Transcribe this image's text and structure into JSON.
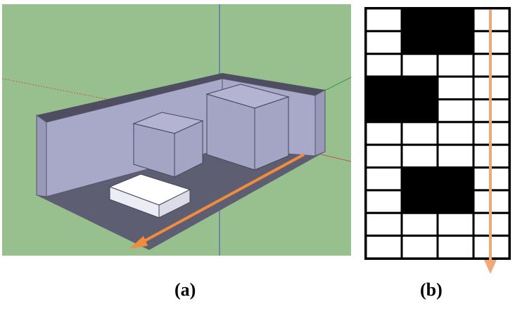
{
  "panels": [
    {
      "id": "a",
      "caption": "(a)",
      "description_colors": {
        "background": "#98c08e",
        "walls": "#a8a8c8",
        "floor": "#5b5b6f",
        "arrow": "#f08c3c"
      }
    },
    {
      "id": "b",
      "caption": "(b)"
    }
  ],
  "grid": {
    "rows": 11,
    "cols": 4,
    "cells": [
      [
        0,
        1,
        1,
        0
      ],
      [
        0,
        1,
        1,
        0
      ],
      [
        0,
        0,
        0,
        0
      ],
      [
        1,
        1,
        0,
        0
      ],
      [
        1,
        1,
        0,
        0
      ],
      [
        0,
        0,
        0,
        0
      ],
      [
        0,
        0,
        0,
        0
      ],
      [
        0,
        1,
        1,
        0
      ],
      [
        0,
        1,
        1,
        0
      ],
      [
        0,
        0,
        0,
        0
      ],
      [
        0,
        0,
        0,
        0
      ]
    ],
    "filled_color": "#000000",
    "empty_color": "#ffffff",
    "arrow_color": "#f0a878"
  }
}
